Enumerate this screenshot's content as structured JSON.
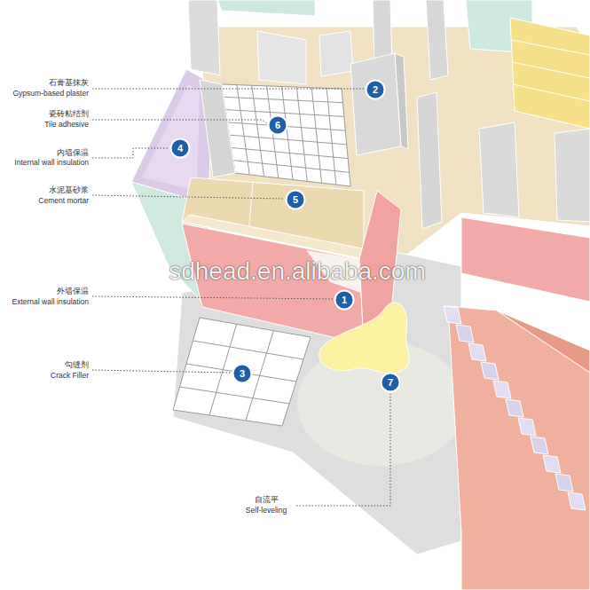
{
  "diagram": {
    "nodes": [
      {
        "text": [
          "2"
        ]
      },
      {
        "text": [
          "6"
        ]
      },
      {
        "text": [
          "4"
        ]
      },
      {
        "text": [
          "5"
        ]
      },
      {
        "text": [
          "1"
        ]
      },
      {
        "text": [
          "3"
        ]
      },
      {
        "text": [
          "7"
        ]
      }
    ],
    "labels": [
      "石膏基抹灰",
      "Gypsum-based plaster",
      "瓷砖粘结剂",
      "Tile adhesive",
      "内墙保温",
      "Internal wall insulation",
      "水泥基砂浆",
      "Cement mortar",
      "sdhead.en.alibaba.com",
      "外墙保温",
      "External wall insulation",
      "勾缝剂",
      "Crack Filler",
      "自流平",
      "Self-leveling"
    ]
  }
}
